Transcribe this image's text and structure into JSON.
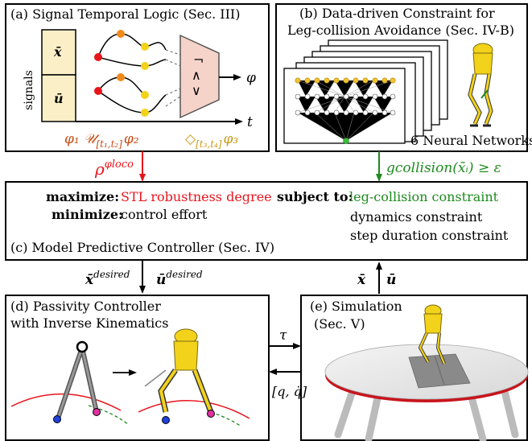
{
  "panel_a": {
    "title": "(a) Signal Temporal Logic (Sec. III)",
    "signals_label": "signals",
    "xbar": "x̄",
    "ubar": "ū",
    "phi": "φ",
    "t": "t",
    "gate_symbols": [
      "¬",
      "∧",
      "∨"
    ],
    "formula_1": "φ₁ 𝒰",
    "formula_1_sub": "[t₁,t₂]",
    "formula_1_tail": "φ₂",
    "formula_2": "◇",
    "formula_2_sub": "[t₃,t₄]",
    "formula_2_tail": "φ₃"
  },
  "panel_b": {
    "title_line1": "(b) Data-driven Constraint for",
    "title_line2": "Leg-collision Avoidance (Sec. IV-B)",
    "caption": "6 Neural Networks"
  },
  "arrow_left_label": "ρ",
  "arrow_left_sup": "φloco",
  "arrow_right_label": "gcollision(x̄ᵢ) ≥ ε",
  "panel_c": {
    "maximize_label": "maximize:",
    "maximize_value": "STL robustness degree",
    "minimize_label": "minimize:",
    "minimize_value": "control effort",
    "subject_label": "subject to:",
    "constraint_1": "leg-collision constraint",
    "constraint_2": "dynamics constraint",
    "constraint_3": "step duration constraint",
    "title": "(c) Model Predictive Controller (Sec. IV)"
  },
  "mid_labels": {
    "x_desired": "x̄",
    "x_desired_sup": "desired",
    "u_desired": "ū",
    "u_desired_sup": "desired",
    "x_feedback": "x̄",
    "u_feedback": "ū"
  },
  "panel_d": {
    "title_line1": "(d) Passivity Controller",
    "title_line2": "with Inverse Kinematics"
  },
  "panel_e": {
    "title_line1": "(e) Simulation",
    "title_line2": "(Sec. V)"
  },
  "tau_label": "τ",
  "q_label": "[q, q̇]",
  "colors": {
    "red": "#e8141c",
    "green": "#1e8a1e",
    "stl_orange": "#c84b14",
    "stl_gold": "#c89a14",
    "signal_cream": "#fbefc8",
    "gate_pink": "#f6d3c8",
    "robot_yellow": "#f2d21a"
  }
}
